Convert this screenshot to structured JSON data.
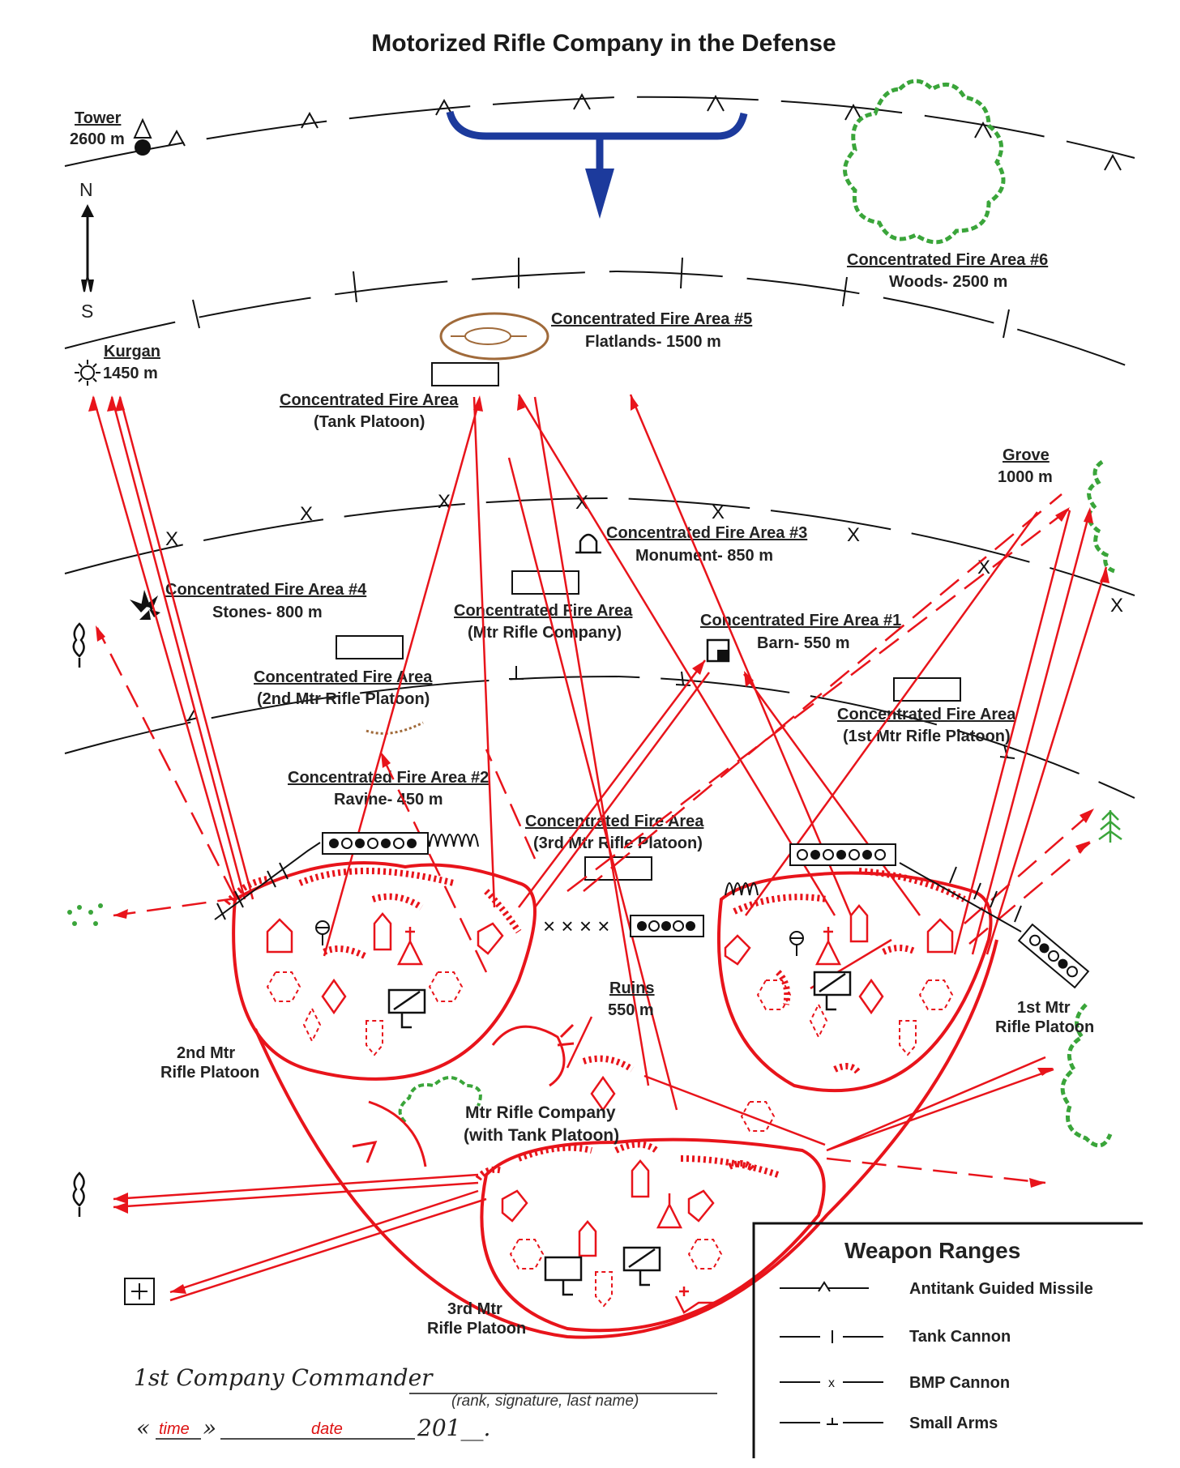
{
  "title": "Motorized Rifle Company in the Defense",
  "compass": {
    "north": "N",
    "south": "S"
  },
  "landmarks": {
    "tower": {
      "name": "Tower",
      "dist": "2600 m"
    },
    "kurgan": {
      "name": "Kurgan",
      "dist": "1450 m"
    },
    "grove": {
      "name": "Grove",
      "dist": "1000 m"
    },
    "ruins": {
      "name": "Ruins",
      "dist": "550 m"
    }
  },
  "fire_areas": {
    "cfa6": {
      "name": "Concentrated Fire Area #6",
      "sub": "Woods- 2500 m"
    },
    "cfa5": {
      "name": "Concentrated Fire Area #5",
      "sub": "Flatlands- 1500 m"
    },
    "tank": {
      "name": "Concentrated Fire Area",
      "sub": "(Tank Platoon)"
    },
    "cfa3": {
      "name": "Concentrated Fire Area #3",
      "sub": "Monument- 850 m"
    },
    "cfa4": {
      "name": "Concentrated Fire Area #4",
      "sub": "Stones- 800 m"
    },
    "company": {
      "name": "Concentrated Fire Area",
      "sub": "(Mtr Rifle Company)"
    },
    "cfa1": {
      "name": "Concentrated Fire Area #1",
      "sub": "Barn- 550 m"
    },
    "plt2": {
      "name": "Concentrated Fire Area",
      "sub": "(2nd Mtr Rifle Platoon)"
    },
    "plt1": {
      "name": "Concentrated Fire Area",
      "sub": "(1st Mtr Rifle Platoon)"
    },
    "cfa2": {
      "name": "Concentrated Fire Area #2",
      "sub": "Ravine- 450 m"
    },
    "plt3": {
      "name": "Concentrated Fire Area",
      "sub": "(3rd Mtr Rifle Platoon)"
    }
  },
  "units": {
    "p2": {
      "line1": "2nd Mtr",
      "line2": "Rifle Platoon"
    },
    "p1": {
      "line1": "1st Mtr",
      "line2": "Rifle Platoon"
    },
    "p3": {
      "line1": "3rd Mtr",
      "line2": "Rifle Platoon"
    },
    "company": {
      "line1": "Mtr Rifle Company",
      "line2": "(with Tank Platoon)"
    }
  },
  "legend": {
    "title": "Weapon Ranges",
    "items": [
      {
        "symbol": "^",
        "label": "Antitank Guided Missile"
      },
      {
        "symbol": "|",
        "label": "Tank Cannon"
      },
      {
        "symbol": "x",
        "label": "BMP Cannon"
      },
      {
        "symbol": "⊥",
        "label": "Small Arms"
      }
    ]
  },
  "signature": {
    "commander": "1st Company Commander",
    "caption": "(rank, signature, last name)",
    "open_quote": "«",
    "time": "time",
    "close_quote": "»",
    "date": "date",
    "year": "201__."
  },
  "colors": {
    "red": "#e8141b",
    "blue": "#1c3a9c",
    "green": "#3aa53a",
    "brown": "#a06a3a"
  }
}
